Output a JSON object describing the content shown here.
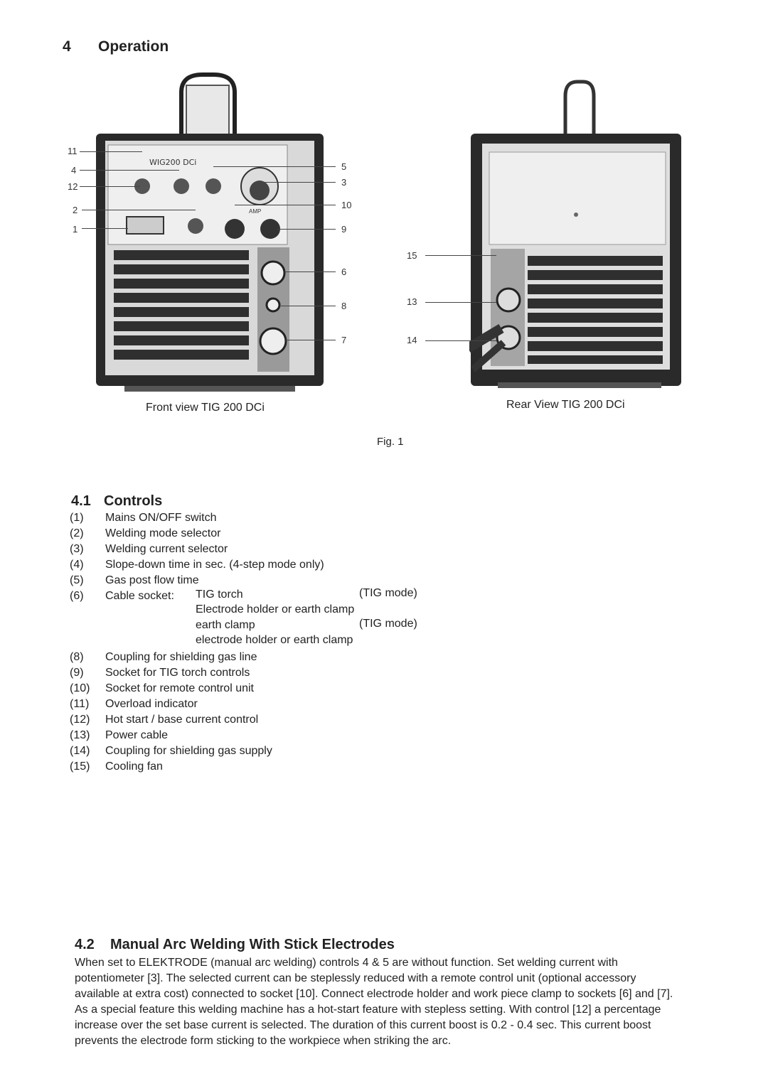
{
  "section": {
    "number": "4",
    "title": "Operation"
  },
  "figure": {
    "front_caption": "Front view TIG 200 DCi",
    "rear_caption": "Rear View TIG 200 DCi",
    "fig_label": "Fig. 1",
    "front_panel_label": "WIG200 DCi",
    "front_panel_amp": "AMP",
    "front_callouts_left": [
      "11",
      "4",
      "12",
      "2",
      "1"
    ],
    "front_callouts_right": [
      "5",
      "3",
      "10",
      "9",
      "6",
      "8",
      "7"
    ],
    "rear_callouts": [
      "15",
      "13",
      "14"
    ]
  },
  "controls": {
    "number": "4.1",
    "title": "Controls",
    "items": [
      {
        "num": "(1)",
        "text": "Mains ON/OFF switch"
      },
      {
        "num": "(2)",
        "text": "Welding mode selector"
      },
      {
        "num": "(3)",
        "text": "Welding current selector"
      },
      {
        "num": "(4)",
        "text": "Slope-down time in sec. (4-step mode only)"
      },
      {
        "num": "(5)",
        "text": "Gas post flow time"
      },
      {
        "num": "(6)",
        "text": "Cable socket:"
      },
      {
        "num": "(8)",
        "text": "Coupling for shielding gas line"
      },
      {
        "num": "(9)",
        "text": "Socket for TIG torch controls"
      },
      {
        "num": "(10)",
        "text": "Socket for remote control unit"
      },
      {
        "num": "(11)",
        "text": "Overload indicator"
      },
      {
        "num": "(12)",
        "text": "Hot start / base current control"
      },
      {
        "num": "(13)",
        "text": "Power cable"
      },
      {
        "num": "(14)",
        "text": "Coupling for shielding gas supply"
      },
      {
        "num": "(15)",
        "text": "Cooling fan"
      }
    ],
    "socket_lines": [
      {
        "text": "TIG torch",
        "mode": "(TIG mode)"
      },
      {
        "text": "Electrode holder or earth clamp",
        "mode": ""
      },
      {
        "text": "earth clamp",
        "mode": "(TIG mode)"
      },
      {
        "text": "electrode holder or earth clamp",
        "mode": ""
      }
    ]
  },
  "manual_arc": {
    "number": "4.2",
    "title": "Manual Arc Welding With Stick Electrodes",
    "lines": [
      "When set to ELEKTRODE (manual arc welding) controls 4 & 5 are without function. Set welding current with",
      "potentiometer [3]. The selected current can be steplessly reduced with a remote control unit (optional accessory",
      "available at extra cost) connected to socket [10]. Connect electrode holder and work piece clamp to sockets [6] and [7].",
      "As a special feature this welding machine has a hot-start feature with stepless setting. With control [12] a percentage",
      "increase over the set base current is selected. The duration of this current boost is 0.2 - 0.4 sec. This current boost",
      "prevents the electrode form sticking to the workpiece when striking the arc."
    ]
  }
}
